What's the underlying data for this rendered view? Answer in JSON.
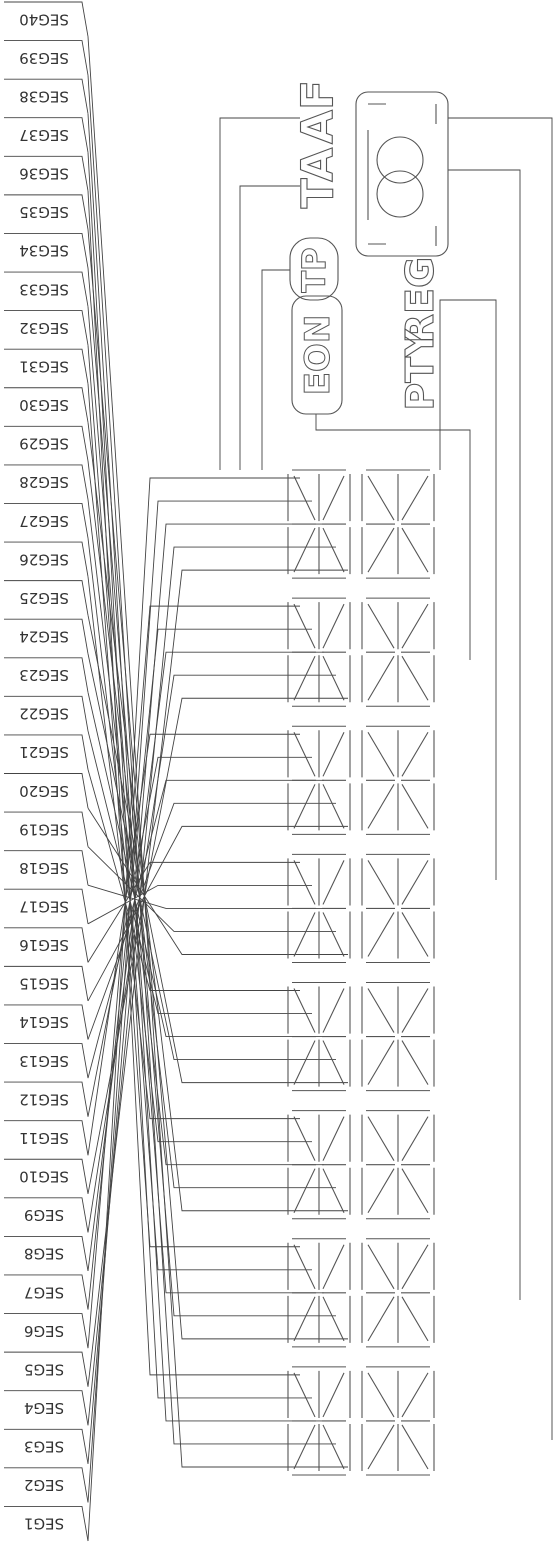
{
  "diagram": {
    "title": "",
    "pin_labels": [
      "SEG1",
      "SEG2",
      "SEG3",
      "SEG4",
      "SEG5",
      "SEG6",
      "SEG7",
      "SEG8",
      "SEG9",
      "SEG10",
      "SEG11",
      "SEG12",
      "SEG13",
      "SEG14",
      "SEG15",
      "SEG16",
      "SEG17",
      "SEG18",
      "SEG19",
      "SEG20",
      "SEG21",
      "SEG22",
      "SEG23",
      "SEG24",
      "SEG25",
      "SEG26",
      "SEG27",
      "SEG28",
      "SEG29",
      "SEG30",
      "SEG31",
      "SEG32",
      "SEG33",
      "SEG34",
      "SEG35",
      "SEG36",
      "SEG37",
      "SEG38",
      "SEG39",
      "SEG40"
    ],
    "indicators": {
      "eon": "EON",
      "tp": "TP",
      "ta": "TA",
      "af": "AF",
      "pty": "PTY",
      "reg": "REG"
    },
    "digit_count": 8,
    "orientation": "rotated",
    "colors": {
      "ink": "#555555",
      "wire": "#444444",
      "background": "#ffffff"
    }
  }
}
